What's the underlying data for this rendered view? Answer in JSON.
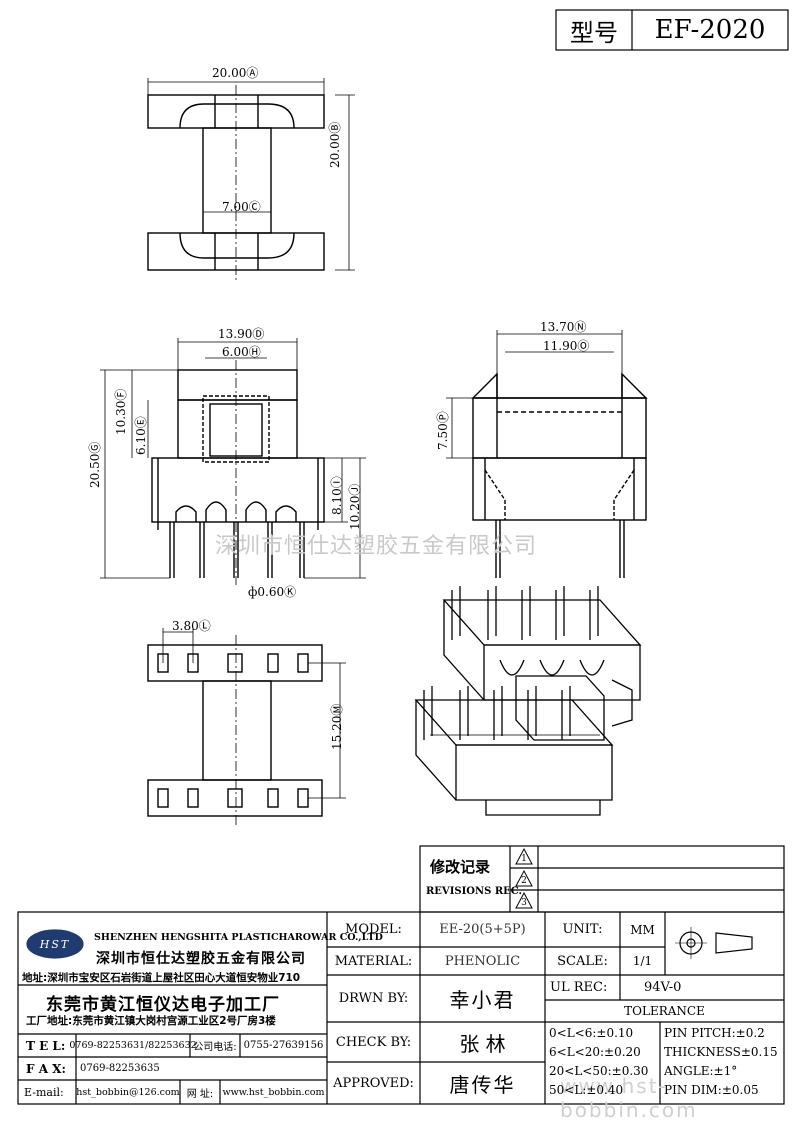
{
  "model_header": {
    "label": "型号",
    "value": "EF-2020"
  },
  "dims": {
    "a": "20.00Ⓐ",
    "b": "20.00Ⓑ",
    "c": "7.00Ⓒ",
    "d": "13.90Ⓓ",
    "h": "6.00Ⓗ",
    "f": "10.30Ⓕ",
    "e": "6.10Ⓔ",
    "g": "20.50Ⓖ",
    "i": "8.10Ⓘ",
    "j": "10.20Ⓙ",
    "k": "ф0.60Ⓚ",
    "n": "13.70Ⓝ",
    "o": "11.90Ⓞ",
    "p": "7.50Ⓟ",
    "l": "3.80Ⓛ",
    "m": "15.20Ⓜ"
  },
  "watermark": "深圳市恒仕达塑胶五金有限公司",
  "watermark_url": "www.hst-bobbin.com",
  "revisions": {
    "title_cn": "修改记录",
    "title_en": "REVISIONS REC.",
    "marks": [
      "1",
      "2",
      "3"
    ]
  },
  "company": {
    "logo": "HST",
    "name_en": "SHENZHEN HENGSHITA PLASTICHAROWAR CO.,LTD",
    "name_cn": "深圳市恒仕达塑胶五金有限公司",
    "address": "地址:深圳市宝安区石岩街道上屋社区田心大道恒安物业710",
    "factory": "东莞市黄江恒仪达电子加工厂",
    "factory_address": "工厂地址:东莞市黄江镇大岗村宫源工业区2号厂房3楼",
    "tel_label": "T E L:",
    "tel": "0769-82253631/82253632",
    "company_tel_label": "公司电话:",
    "company_tel": "0755-27639156",
    "fax_label": "F A X:",
    "fax": "0769-82253635",
    "email_label": "E-mail:",
    "email": "hst_bobbin@126.com",
    "web_label": "网 址:",
    "web": "www.hst_bobbin.com"
  },
  "title_block": {
    "model_label": "MODEL:",
    "model": "EE-20(5+5P)",
    "material_label": "MATERIAL:",
    "material": "PHENOLIC",
    "drawn_label": "DRWN BY:",
    "drawn": "幸小君",
    "check_label": "CHECK BY:",
    "check": "张 林",
    "approved_label": "APPROVED:",
    "approved": "唐传华",
    "unit_label": "UNIT:",
    "unit": "MM",
    "scale_label": "SCALE:",
    "scale": "1/1",
    "ul_label": "UL REC:",
    "ul": "94V-0",
    "tolerance_label": "TOLERANCE",
    "tol": [
      "0<L<6:±0.10",
      "6<L<20:±0.20",
      "20<L<50:±0.30",
      "50<L:±0.40"
    ],
    "tol2": [
      "PIN PITCH:±0.2",
      "THICKNESS±0.15",
      "ANGLE:±1°",
      "PIN DIM:±0.05"
    ]
  }
}
